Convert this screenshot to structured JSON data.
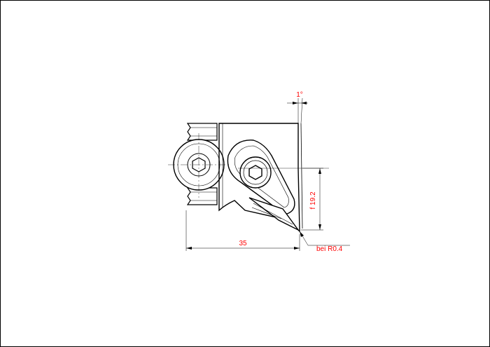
{
  "drawing": {
    "angle_label": "1°",
    "height_label": "f 19.2",
    "width_label": "35",
    "radius_label": "bei R0.4",
    "dim_color": "#ff0000",
    "line_color": "#000000",
    "paper_color": "#ffffff"
  }
}
